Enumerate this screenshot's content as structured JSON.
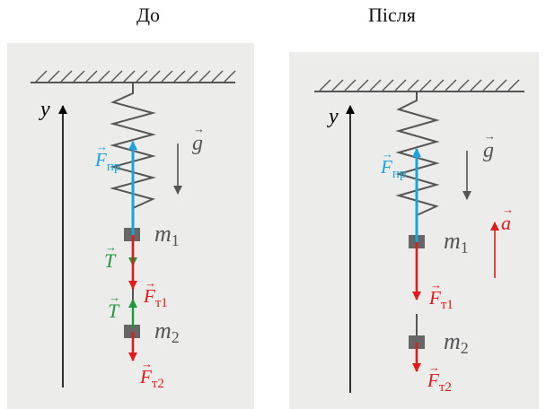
{
  "panels": {
    "before": {
      "caption": "До",
      "axis_label": "y",
      "gravity_label": "g",
      "spring_force": {
        "symbol": "F",
        "sub": "пр"
      },
      "tension_top": {
        "symbol": "T"
      },
      "tension_bottom": {
        "symbol": "T"
      },
      "gravity1": {
        "symbol": "F",
        "sub": "т1"
      },
      "gravity2": {
        "symbol": "F",
        "sub": "т2"
      },
      "mass1": {
        "symbol": "m",
        "sub": "1"
      },
      "mass2": {
        "symbol": "m",
        "sub": "2"
      }
    },
    "after": {
      "caption": "Після",
      "axis_label": "y",
      "gravity_label": "g",
      "spring_force": {
        "symbol": "F",
        "sub": "пр"
      },
      "acceleration": {
        "symbol": "a"
      },
      "gravity1": {
        "symbol": "F",
        "sub": "т1"
      },
      "gravity2": {
        "symbol": "F",
        "sub": "т2"
      },
      "mass1": {
        "symbol": "m",
        "sub": "1"
      },
      "mass2": {
        "symbol": "m",
        "sub": "2"
      }
    }
  },
  "colors": {
    "spring_force": "#1aa3dc",
    "tension": "#1e9a3c",
    "gravity": "#e01b1b",
    "acceleration": "#e01b1b",
    "axis": "#000000",
    "print": "#555555"
  }
}
